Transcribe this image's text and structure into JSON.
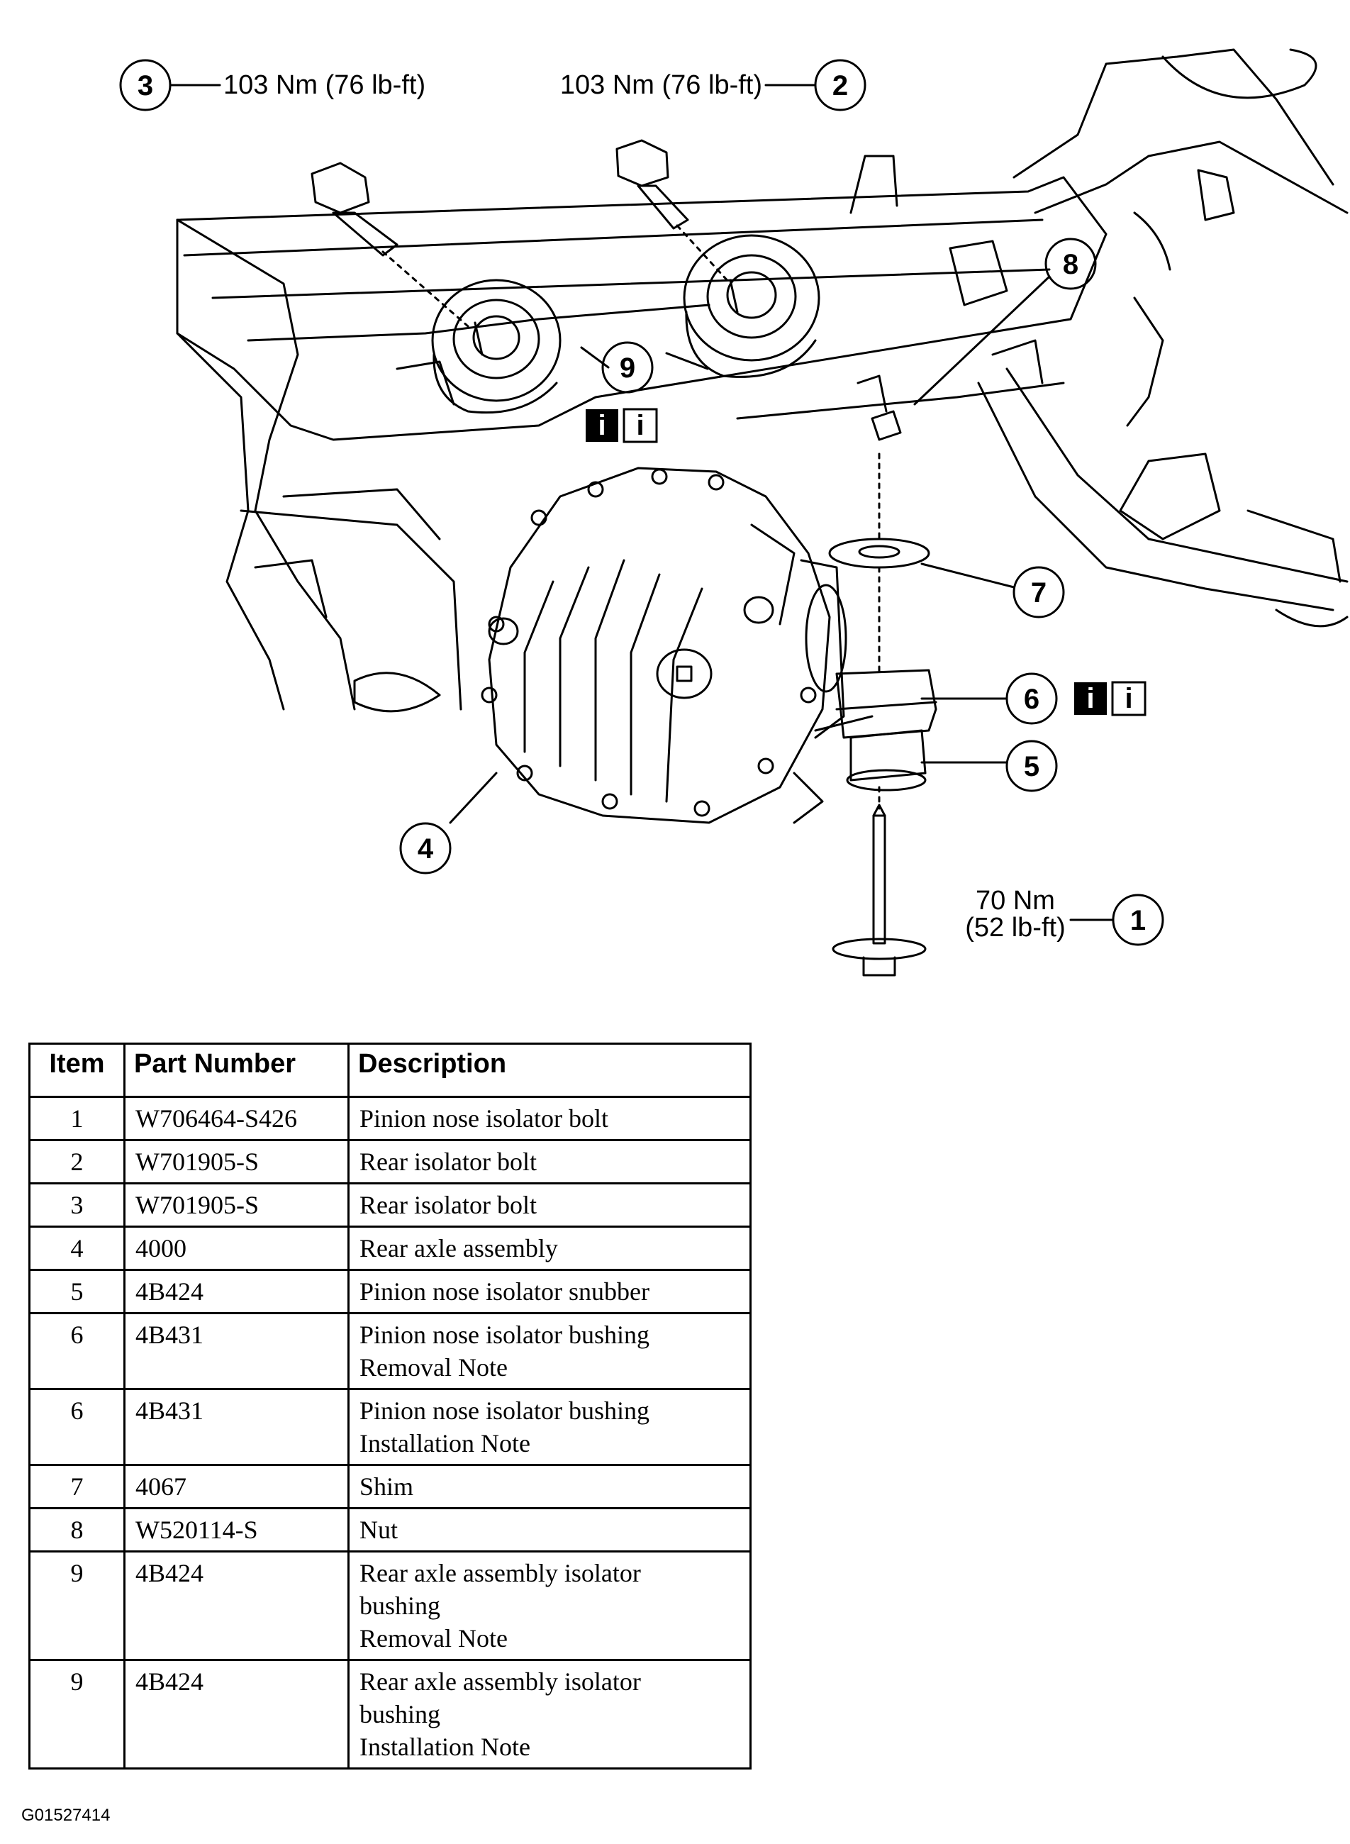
{
  "callouts": [
    {
      "num": "1",
      "label_lines": [
        "70 Nm",
        "(52 lb-ft)"
      ]
    },
    {
      "num": "2",
      "label_lines": [
        "103 Nm (76 lb-ft)"
      ]
    },
    {
      "num": "3",
      "label_lines": [
        "103 Nm (76 lb-ft)"
      ]
    },
    {
      "num": "4",
      "label_lines": []
    },
    {
      "num": "5",
      "label_lines": []
    },
    {
      "num": "6",
      "label_lines": []
    },
    {
      "num": "7",
      "label_lines": []
    },
    {
      "num": "8",
      "label_lines": []
    },
    {
      "num": "9",
      "label_lines": []
    }
  ],
  "info_icon_glyph": "i",
  "icons": [
    "info-icon-filled",
    "info-icon-outline"
  ],
  "table": {
    "headers": [
      "Item",
      "Part Number",
      "Description"
    ],
    "rows": [
      {
        "item": "1",
        "part": "W706464-S426",
        "desc": [
          "Pinion nose isolator bolt"
        ]
      },
      {
        "item": "2",
        "part": "W701905-S",
        "desc": [
          "Rear isolator bolt"
        ]
      },
      {
        "item": "3",
        "part": "W701905-S",
        "desc": [
          "Rear isolator bolt"
        ]
      },
      {
        "item": "4",
        "part": "4000",
        "desc": [
          "Rear axle assembly"
        ]
      },
      {
        "item": "5",
        "part": "4B424",
        "desc": [
          "Pinion nose isolator snubber"
        ]
      },
      {
        "item": "6",
        "part": "4B431",
        "desc": [
          "Pinion nose isolator bushing",
          "Removal Note"
        ]
      },
      {
        "item": "6",
        "part": "4B431",
        "desc": [
          "Pinion nose isolator bushing",
          "Installation Note"
        ]
      },
      {
        "item": "7",
        "part": "4067",
        "desc": [
          "Shim"
        ]
      },
      {
        "item": "8",
        "part": "W520114-S",
        "desc": [
          "Nut"
        ]
      },
      {
        "item": "9",
        "part": "4B424",
        "desc": [
          "Rear axle assembly isolator",
          "bushing",
          "Removal Note"
        ]
      },
      {
        "item": "9",
        "part": "4B424",
        "desc": [
          "Rear axle assembly isolator",
          "bushing",
          "Installation Note"
        ]
      }
    ]
  },
  "figure_code": "G01527414"
}
